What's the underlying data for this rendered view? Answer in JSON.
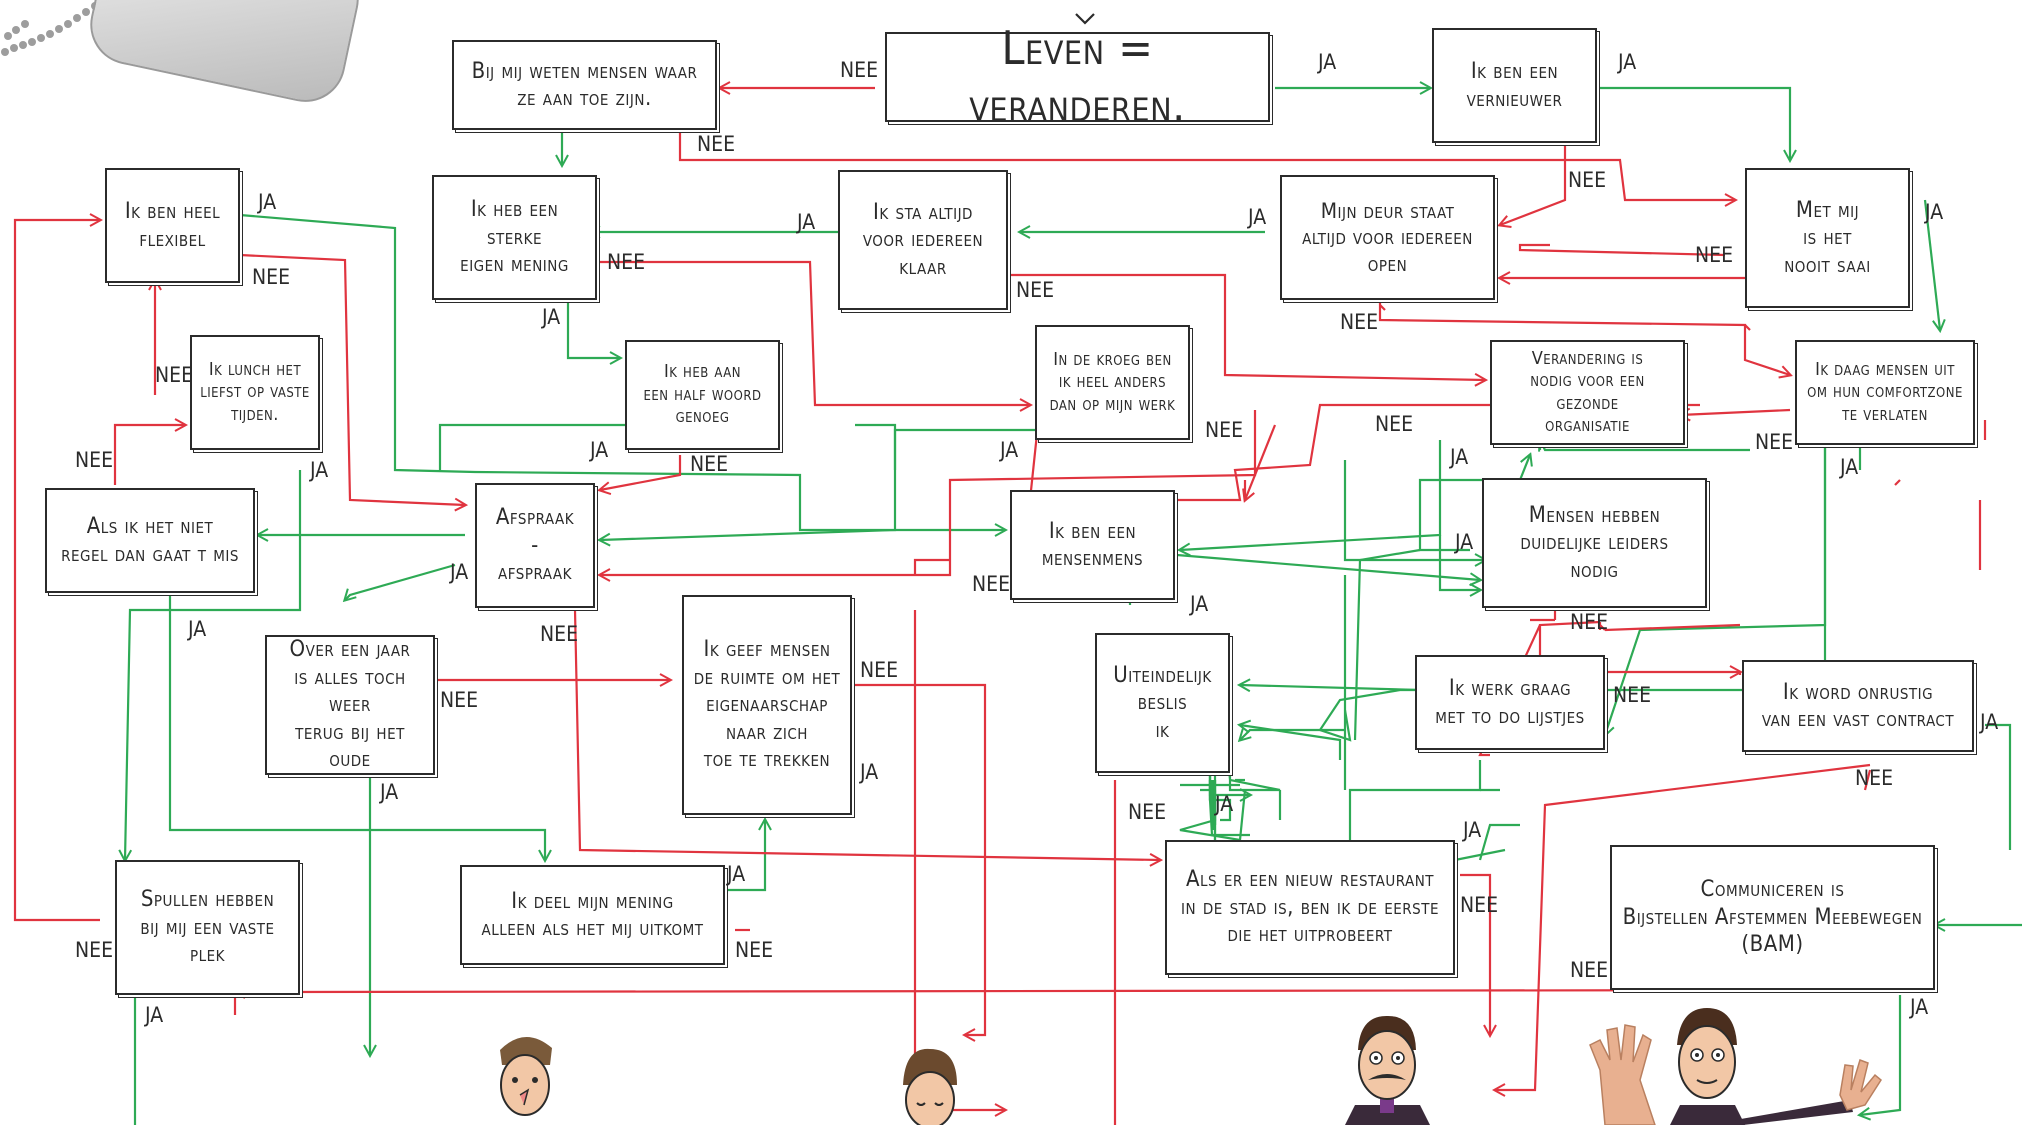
{
  "title": "Leven = veranderen.",
  "colors": {
    "yes": "#2eaa55",
    "no": "#e0343f",
    "ink": "#2b2b2b"
  },
  "boxes": {
    "weten": "Bij mij weten mensen waar\nze aan toe zijn.",
    "vernieuwer": "Ik ben een\nvernieuwer",
    "flexibel": "Ik ben heel\nflexibel",
    "mening": "Ik heb een sterke\neigen mening",
    "klaar": "Ik sta altijd\nvoor iedereen\nklaar",
    "deur": "Mijn deur staat\naltijd voor iedereen\nopen",
    "saai": "Met mij\nis het\nnooit saai",
    "lunch": "Ik lunch het\nliefst op vaste\ntijden.",
    "halfwoord": "Ik heb aan\neen half woord\ngenoeg",
    "kroeg": "In de kroeg ben\nik heel anders\ndan op mijn werk",
    "verandering": "Verandering is\nnodig voor een gezonde\norganisatie",
    "comfortzone": "Ik daag mensen uit\nom hun comfortzone\nte verlaten",
    "regel": "Als ik het niet\nregel dan gaat t mis",
    "afspraak": "Afspraak\n-\nafspraak",
    "mensenmens": "Ik ben een\nmensenmens",
    "leiders": "Mensen hebben\nduidelijke leiders\nnodig",
    "ruimte": "Ik geef mensen\nde ruimte om het\neigenaarschap\nnaar zich\ntoe te trekken",
    "beslis": "Uiteindelijk\nbeslis\nik",
    "lijstjes": "Ik werk graag\nmet to do lijstjes",
    "onrustig": "Ik word onrustig\nvan een vast contract",
    "jaar": "Over een jaar\nis alles toch weer\nterug bij het oude",
    "restaurant": "Als er een nieuw restaurant\nin de stad is, ben ik de eerste\ndie het uitprobeert",
    "communiceren": "Communiceren is\nBijstellen Afstemmen Meebewegen\n(BAM)",
    "plek": "Spullen hebben\nbij mij een vaste\nplek",
    "deel": "Ik deel mijn mening\nalleen als het mij uitkomt"
  },
  "answers": {
    "yes": "JA",
    "no": "NEE"
  },
  "icons": {
    "chevron": "chevron-down-icon",
    "dogtag": "dog-tag-icon",
    "chain": "ball-chain-icon"
  }
}
